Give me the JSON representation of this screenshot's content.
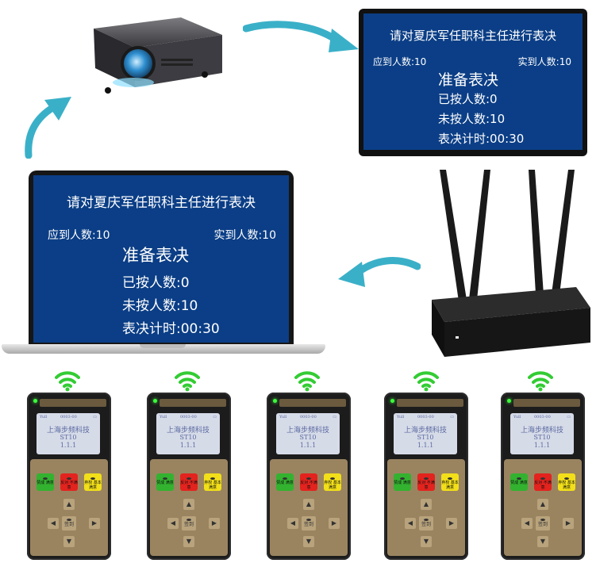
{
  "screen": {
    "title": "请对夏庆军任职科主任进行表决",
    "expected_label": "应到人数:10",
    "present_label": "实到人数:10",
    "status": "准备表决",
    "pressed_label": "已按人数:0",
    "not_pressed_label": "未按人数:10",
    "timer_label": "表决计时:00:30"
  },
  "device": {
    "lcd_status_left": "Yull",
    "lcd_status_center": "0003-00",
    "lcd_company": "上海步频科技",
    "lcd_model": "ST10",
    "lcd_version": "1.1.1",
    "key_yes_label": "赞成 满意",
    "key_no_label": "反对 不满意",
    "key_abstain_label": "弃权 基本满意",
    "key_checkin_label": "签到"
  },
  "colors": {
    "screen_bg": "#0b3e86",
    "arrow": "#3ab0c8",
    "wifi": "#33cc33",
    "key_yes": "#33b22f",
    "key_no": "#e3231e",
    "key_abstain": "#f2df1a"
  },
  "icons": [
    "projector-icon",
    "router-icon",
    "wifi-icon",
    "arrow-icon"
  ],
  "devices_count_shown": 5
}
